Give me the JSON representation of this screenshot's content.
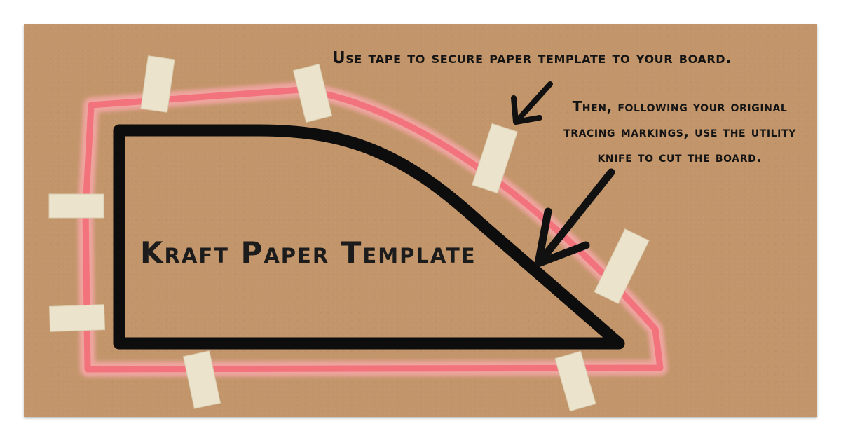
{
  "instructions": {
    "tape_caption": "Use tape to secure paper template to your board.",
    "cut_caption": "Then, following your original tracing markings, use the utility knife to cut the board."
  },
  "template_label": "Kraft Paper Template",
  "colors": {
    "board": "#c2956a",
    "tracing_outline": "#f2737b",
    "template_outline": "#0d0d0d",
    "tape": "#ece3cd",
    "text": "#141414"
  }
}
